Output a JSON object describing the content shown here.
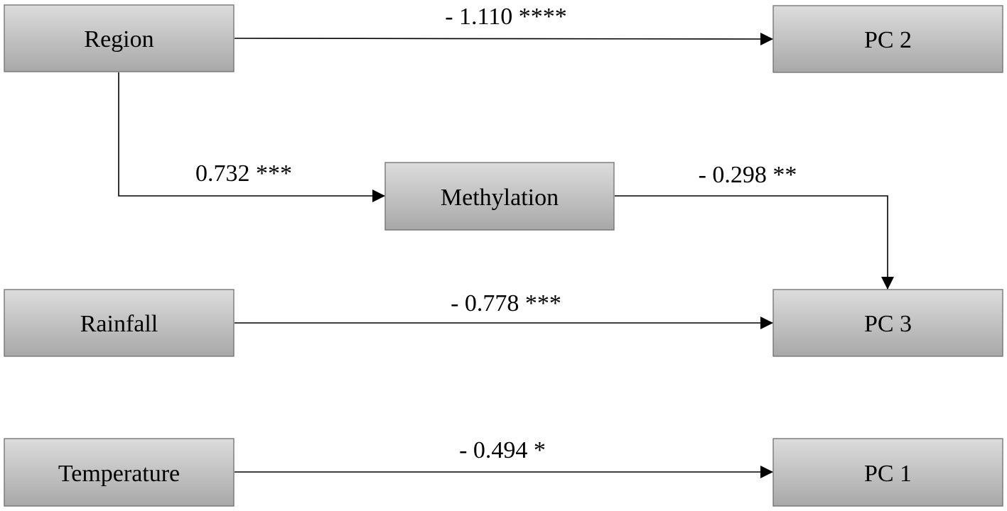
{
  "colors": {
    "box_fill_light": "#dcdcdc",
    "box_fill_dark": "#a8a8a8",
    "box_border": "#6f6f6f",
    "line": "#000000",
    "text": "#000000"
  },
  "nodes": {
    "region": "Region",
    "pc2": "PC 2",
    "methylation": "Methylation",
    "rainfall": "Rainfall",
    "pc3": "PC 3",
    "temperature": "Temperature",
    "pc1": "PC 1"
  },
  "edges": {
    "region_pc2": "- 1.110 ****",
    "region_methylation": "0.732 ***",
    "methylation_pc3": "- 0.298 **",
    "rainfall_pc3": "- 0.778 ***",
    "temperature_pc1": "- 0.494 *"
  }
}
